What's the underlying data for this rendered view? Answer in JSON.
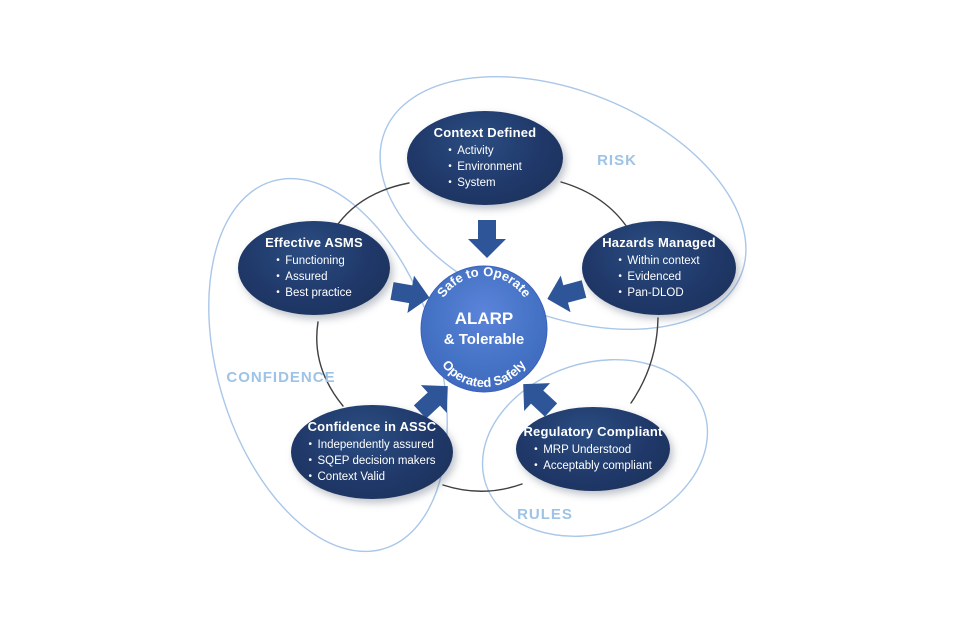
{
  "diagram": {
    "title_semantic": "Safe to Operate / Operated Safely safety argument diagram",
    "center": {
      "line1": "ALARP",
      "line2": "& Tolerable",
      "arc_top": "Safe to Operate",
      "arc_bottom": "Operated Safely"
    },
    "nodes": [
      {
        "id": "context-defined",
        "title": "Context Defined",
        "bullets": [
          "Activity",
          "Environment",
          "System"
        ]
      },
      {
        "id": "hazards-managed",
        "title": "Hazards Managed",
        "bullets": [
          "Within context",
          "Evidenced",
          "Pan-DLOD"
        ]
      },
      {
        "id": "regulatory-compliant",
        "title": "Regulatory Compliant",
        "bullets": [
          "MRP Understood",
          "Acceptably compliant"
        ]
      },
      {
        "id": "confidence-in-assc",
        "title": "Confidence in ASSC",
        "bullets": [
          "Independently assured",
          "SQEP decision makers",
          "Context Valid"
        ]
      },
      {
        "id": "effective-asms",
        "title": "Effective ASMS",
        "bullets": [
          "Functioning",
          "Assured",
          "Best practice"
        ]
      }
    ],
    "groups": [
      {
        "id": "risk",
        "label": "RISK"
      },
      {
        "id": "confidence",
        "label": "CONFIDENCE"
      },
      {
        "id": "rules",
        "label": "RULES"
      }
    ],
    "colors": {
      "node_fill": "#1F3864",
      "center_fill": "#4472C4",
      "center_fill_light": "#5B84DA",
      "center_fill_dark": "#3E66BE",
      "arrow": "#2E5597",
      "group_outline": "#A9C7E8",
      "group_label": "#9DC3E6",
      "connector": "#3F3F3F",
      "text": "#FFFFFF",
      "background": "#FFFFFF"
    }
  }
}
